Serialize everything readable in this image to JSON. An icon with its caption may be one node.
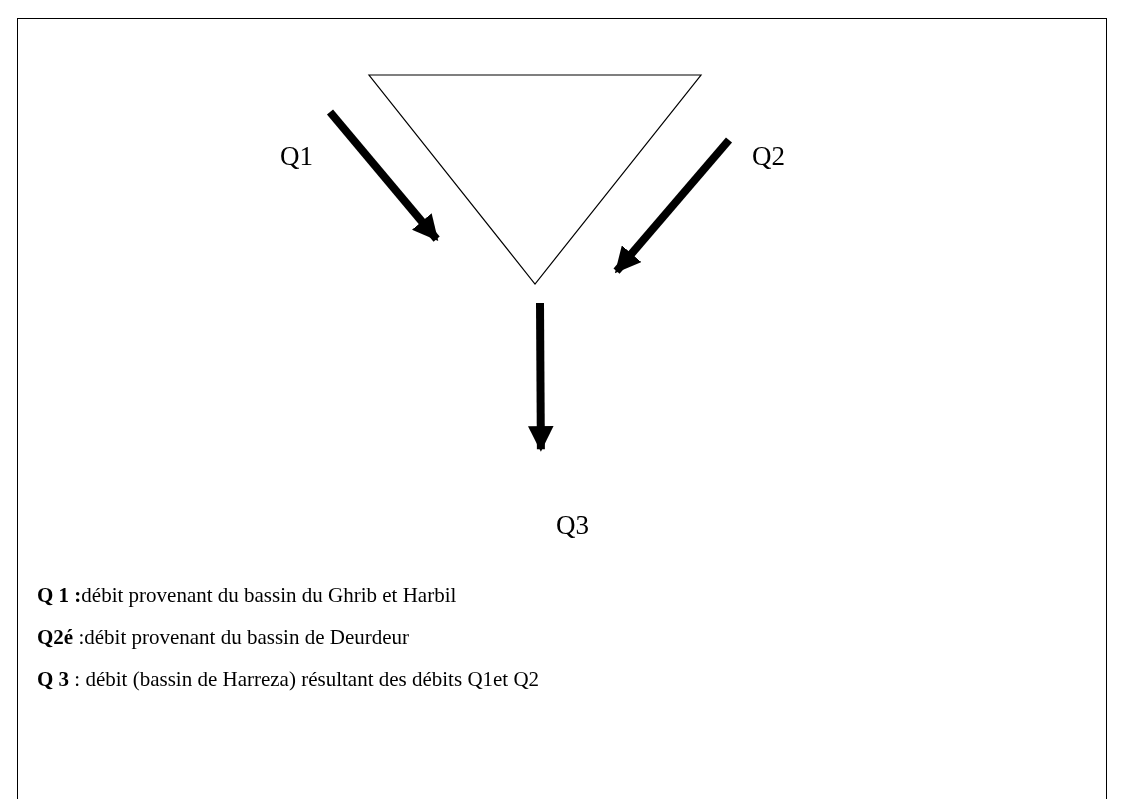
{
  "diagram": {
    "nodes": [
      {
        "text": [
          "Q1"
        ]
      },
      {
        "text": [],
        "shape": "triangle"
      },
      {
        "text": [
          "Q2"
        ]
      },
      {
        "text": [
          "Q3"
        ]
      }
    ],
    "edges": [
      {
        "from": 0,
        "to": 1,
        "arrow": "to"
      },
      {
        "from": 2,
        "to": 1,
        "arrow": "to"
      },
      {
        "from": 1,
        "to": 3,
        "arrow": "to"
      }
    ],
    "labels": [
      "**Q 1 :**débit provenant du bassin du Ghrib et Harbil",
      "**Q2é** :débit provenant du bassin de Deurdeur",
      "**Q 3** : débit (bassin de Harreza) résultant des débits Q1et Q2"
    ]
  }
}
